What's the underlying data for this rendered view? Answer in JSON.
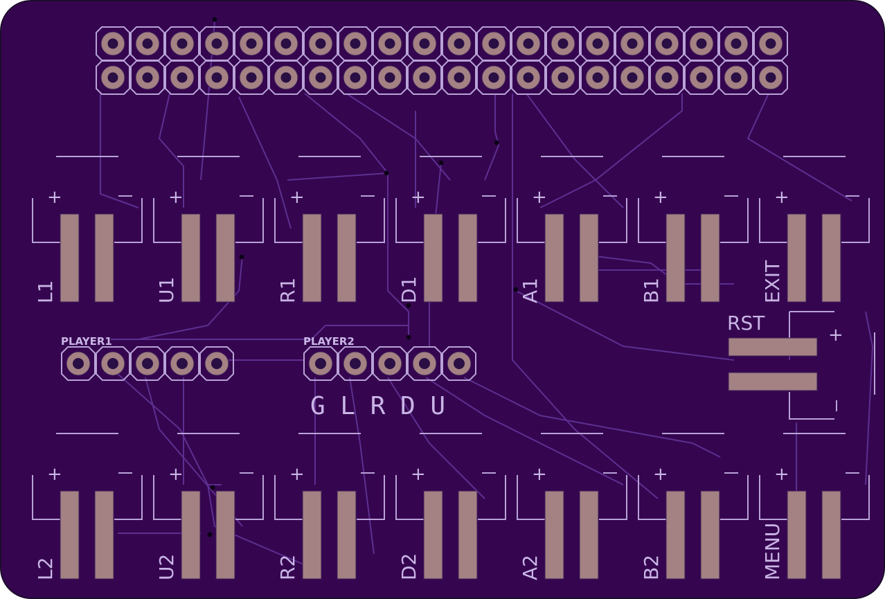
{
  "board": {
    "colors": {
      "substrate": "#35064f",
      "edge": "#1c0d2c",
      "silk": "#b9a3d8",
      "pad": "#a48183",
      "trace": "#5d2f91"
    }
  },
  "header": {
    "rows": 2,
    "pins_per_row": 20
  },
  "buttons_top": [
    {
      "label": "L1"
    },
    {
      "label": "U1"
    },
    {
      "label": "R1"
    },
    {
      "label": "D1"
    },
    {
      "label": "A1"
    },
    {
      "label": "B1"
    },
    {
      "label": "EXIT"
    }
  ],
  "buttons_bottom": [
    {
      "label": "L2"
    },
    {
      "label": "U2"
    },
    {
      "label": "R2"
    },
    {
      "label": "D2"
    },
    {
      "label": "A2"
    },
    {
      "label": "B2"
    },
    {
      "label": "MENU"
    }
  ],
  "polarity": {
    "plus": "+",
    "minus": "−"
  },
  "player_connectors": [
    {
      "label": "PLAYER1",
      "pins": 5
    },
    {
      "label": "PLAYER2",
      "pins": 5
    }
  ],
  "pin_legend": "G L R D U",
  "reset": {
    "label": "RST",
    "plus": "+",
    "minus": "−"
  }
}
